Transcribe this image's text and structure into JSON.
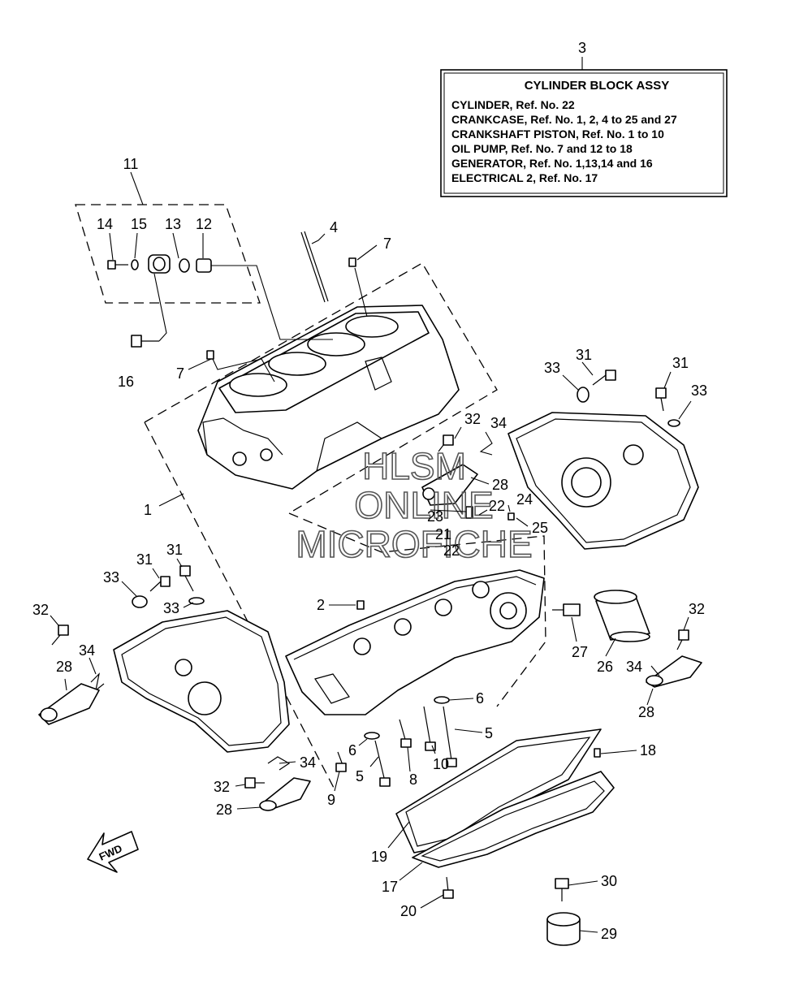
{
  "legend": {
    "ref": "3",
    "title": "CYLINDER BLOCK ASSY",
    "lines": [
      "CYLINDER,  Ref. No. 22",
      "CRANKCASE,  Ref. No. 1, 2, 4 to 25 and 27",
      "CRANKSHAFT PISTON,  Ref. No. 1 to 10",
      "OIL PUMP,  Ref. No. 7 and 12 to 18",
      "GENERATOR,  Ref. No. 1,13,14 and 16",
      "ELECTRICAL 2,   Ref. No. 17"
    ]
  },
  "watermark": [
    "HLSM",
    "ONLINE",
    "MICROFICHE"
  ],
  "fwd_label": "FWD",
  "callouts": [
    {
      "id": "c11",
      "text": "11"
    },
    {
      "id": "c14",
      "text": "14"
    },
    {
      "id": "c15",
      "text": "15"
    },
    {
      "id": "c13",
      "text": "13"
    },
    {
      "id": "c12",
      "text": "12"
    },
    {
      "id": "c4",
      "text": "4"
    },
    {
      "id": "c7a",
      "text": "7"
    },
    {
      "id": "c16",
      "text": "16"
    },
    {
      "id": "c7b",
      "text": "7"
    },
    {
      "id": "c1",
      "text": "1"
    },
    {
      "id": "c32a",
      "text": "32"
    },
    {
      "id": "c34a",
      "text": "34"
    },
    {
      "id": "c28a",
      "text": "28"
    },
    {
      "id": "c23",
      "text": "23"
    },
    {
      "id": "c22a",
      "text": "22"
    },
    {
      "id": "c24",
      "text": "24"
    },
    {
      "id": "c21",
      "text": "21"
    },
    {
      "id": "c25",
      "text": "25"
    },
    {
      "id": "c22b",
      "text": "22"
    },
    {
      "id": "c33a",
      "text": "33"
    },
    {
      "id": "c31a",
      "text": "31"
    },
    {
      "id": "c31b",
      "text": "31"
    },
    {
      "id": "c33b",
      "text": "33"
    },
    {
      "id": "c31c",
      "text": "31"
    },
    {
      "id": "c31d",
      "text": "31"
    },
    {
      "id": "c33c",
      "text": "33"
    },
    {
      "id": "c33d",
      "text": "33"
    },
    {
      "id": "c32b",
      "text": "32"
    },
    {
      "id": "c34b",
      "text": "34"
    },
    {
      "id": "c28b",
      "text": "28"
    },
    {
      "id": "c2",
      "text": "2"
    },
    {
      "id": "c27",
      "text": "27"
    },
    {
      "id": "c26",
      "text": "26"
    },
    {
      "id": "c32c",
      "text": "32"
    },
    {
      "id": "c34c",
      "text": "34"
    },
    {
      "id": "c28c",
      "text": "28"
    },
    {
      "id": "c6a",
      "text": "6"
    },
    {
      "id": "c5a",
      "text": "5"
    },
    {
      "id": "c6b",
      "text": "6"
    },
    {
      "id": "c5b",
      "text": "5"
    },
    {
      "id": "c10",
      "text": "10"
    },
    {
      "id": "c8",
      "text": "8"
    },
    {
      "id": "c9",
      "text": "9"
    },
    {
      "id": "c34d",
      "text": "34"
    },
    {
      "id": "c32d",
      "text": "32"
    },
    {
      "id": "c28d",
      "text": "28"
    },
    {
      "id": "c18",
      "text": "18"
    },
    {
      "id": "c19",
      "text": "19"
    },
    {
      "id": "c17",
      "text": "17"
    },
    {
      "id": "c20",
      "text": "20"
    },
    {
      "id": "c30",
      "text": "30"
    },
    {
      "id": "c29",
      "text": "29"
    }
  ]
}
